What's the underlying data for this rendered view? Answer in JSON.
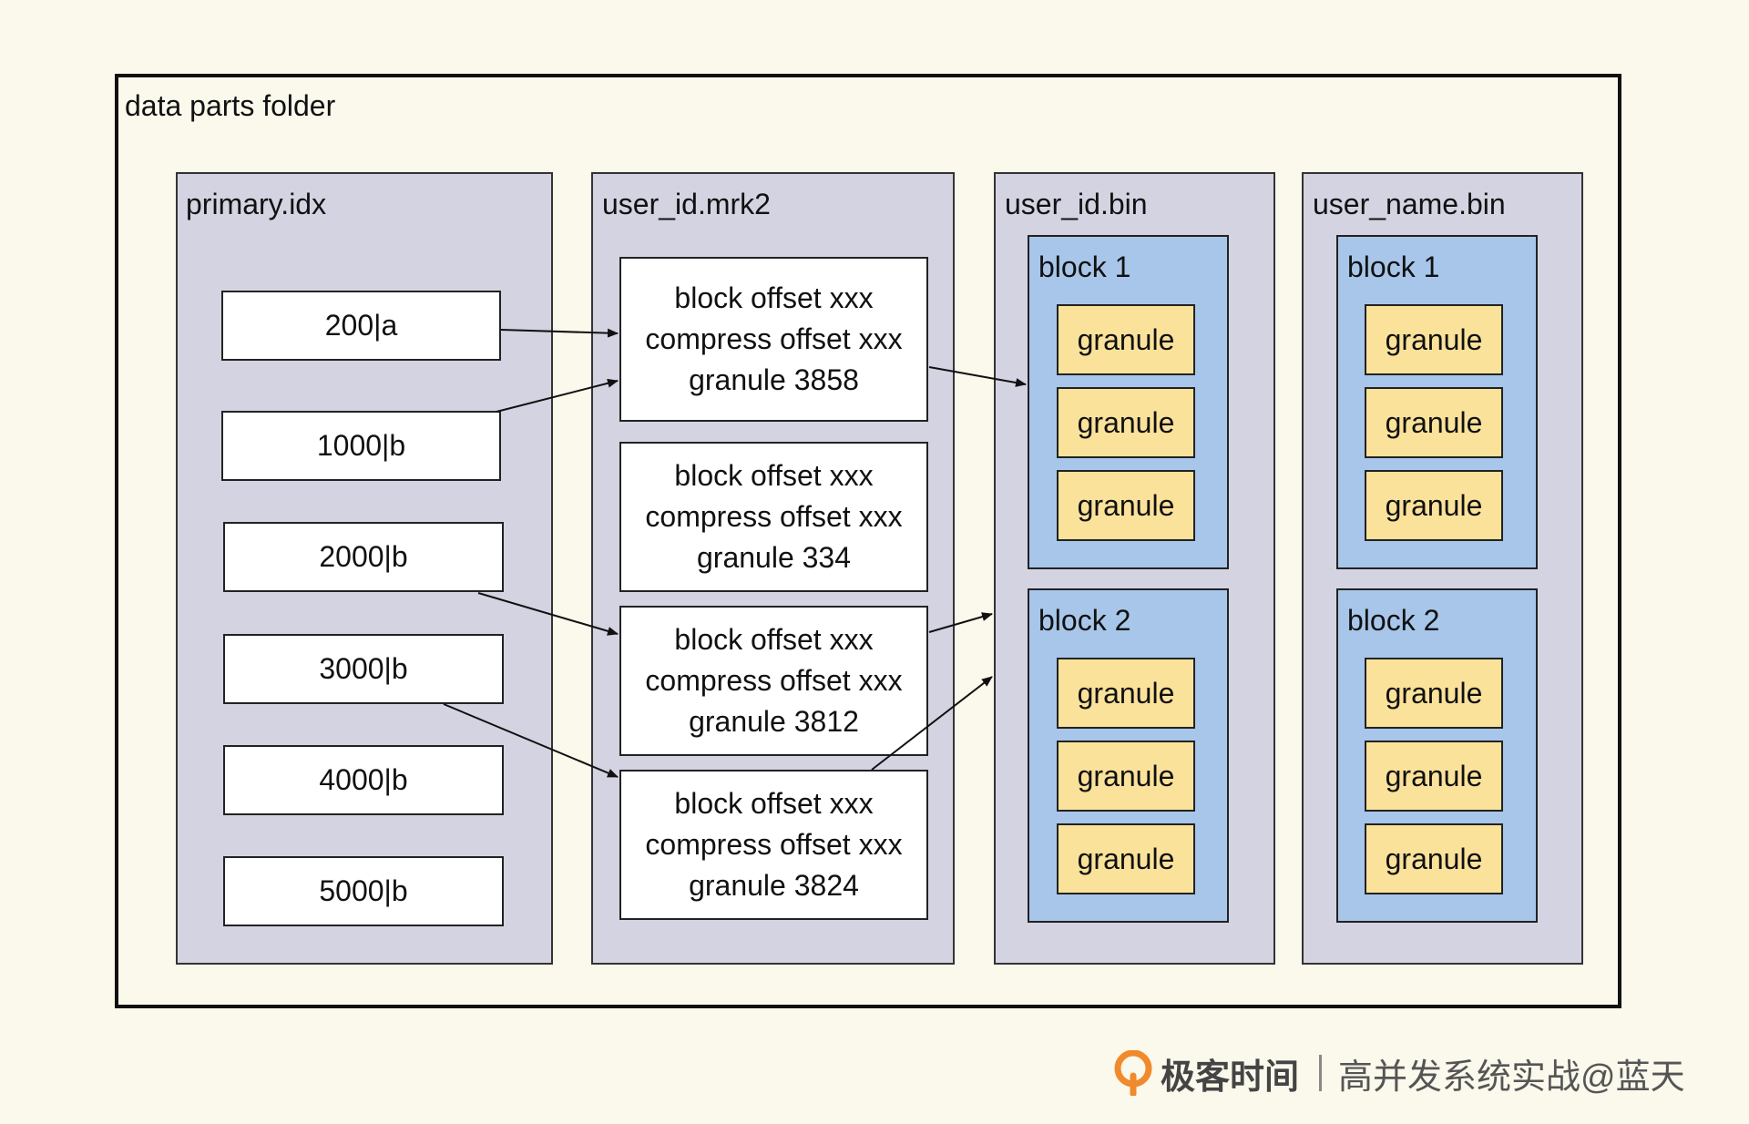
{
  "outer": {
    "title": "data parts folder"
  },
  "columns": {
    "primary": {
      "title": "primary.idx",
      "entries": [
        "200|a",
        "1000|b",
        "2000|b",
        "3000|b",
        "4000|b",
        "5000|b"
      ]
    },
    "marks": {
      "title": "user_id.mrk2",
      "entries": [
        {
          "line1": "block offset xxx",
          "line2": "compress offset xxx",
          "line3": "granule 3858"
        },
        {
          "line1": "block offset xxx",
          "line2": "compress offset xxx",
          "line3": "granule 334"
        },
        {
          "line1": "block offset xxx",
          "line2": "compress offset xxx",
          "line3": "granule 3812"
        },
        {
          "line1": "block offset xxx",
          "line2": "compress offset xxx",
          "line3": "granule 3824"
        }
      ]
    },
    "user_id_bin": {
      "title": "user_id.bin",
      "blocks": [
        {
          "title": "block 1",
          "granules": [
            "granule",
            "granule",
            "granule"
          ]
        },
        {
          "title": "block 2",
          "granules": [
            "granule",
            "granule",
            "granule"
          ]
        }
      ]
    },
    "user_name_bin": {
      "title": "user_name.bin",
      "blocks": [
        {
          "title": "block 1",
          "granules": [
            "granule",
            "granule",
            "granule"
          ]
        },
        {
          "title": "block 2",
          "granules": [
            "granule",
            "granule",
            "granule"
          ]
        }
      ]
    }
  },
  "footer": {
    "brand": "极客时间",
    "caption": "高并发系统实战@蓝天",
    "logo_icon": "geektime-logo-icon"
  },
  "colors": {
    "background": "#fbf8ec",
    "column": "#d4d3e2",
    "block": "#a7c6ea",
    "granule": "#fbe29a",
    "logo": "#f08a2c"
  }
}
